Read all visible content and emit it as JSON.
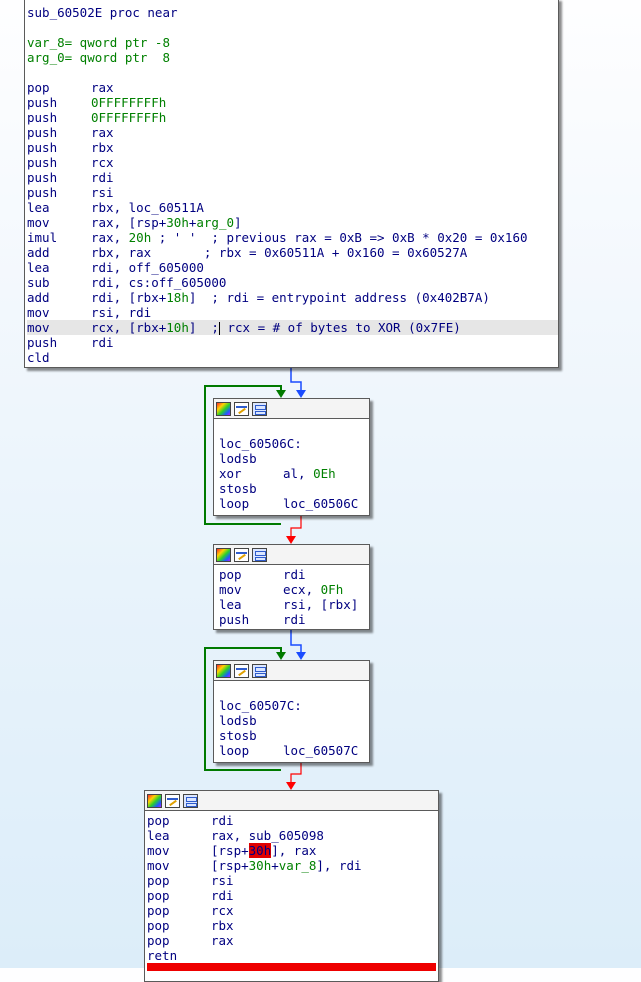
{
  "colors": {
    "operand_green": "#008000",
    "text_navy": "#000080",
    "edge_blue": "#1a4cff",
    "edge_red": "#ff0000",
    "edge_green": "#007a00"
  },
  "node1": {
    "lines": [
      {
        "text": "sub_60502E proc near"
      },
      {
        "text": ""
      },
      {
        "text": "var_8= qword ptr -8",
        "green": true
      },
      {
        "text": "arg_0= qword ptr  8",
        "green": true
      },
      {
        "text": ""
      },
      {
        "m": "pop",
        "ops": [
          {
            "t": "rax"
          }
        ]
      },
      {
        "m": "push",
        "ops": [
          {
            "t": "0FFFFFFFFh",
            "g": true
          }
        ]
      },
      {
        "m": "push",
        "ops": [
          {
            "t": "0FFFFFFFFh",
            "g": true
          }
        ]
      },
      {
        "m": "push",
        "ops": [
          {
            "t": "rax"
          }
        ]
      },
      {
        "m": "push",
        "ops": [
          {
            "t": "rbx"
          }
        ]
      },
      {
        "m": "push",
        "ops": [
          {
            "t": "rcx"
          }
        ]
      },
      {
        "m": "push",
        "ops": [
          {
            "t": "rdi"
          }
        ]
      },
      {
        "m": "push",
        "ops": [
          {
            "t": "rsi"
          }
        ]
      },
      {
        "m": "lea",
        "ops": [
          {
            "t": "rbx, loc_60511A"
          }
        ]
      },
      {
        "m": "mov",
        "ops": [
          {
            "t": "rax, [rsp+"
          },
          {
            "t": "30h",
            "g": true
          },
          {
            "t": "+"
          },
          {
            "t": "arg_0",
            "g": true
          },
          {
            "t": "]"
          }
        ]
      },
      {
        "m": "imul",
        "ops": [
          {
            "t": "rax, "
          },
          {
            "t": "20h",
            "g": true
          },
          {
            "t": " ; ' '  ; previous rax = 0xB => 0xB * 0x20 = 0x160"
          }
        ]
      },
      {
        "m": "add",
        "ops": [
          {
            "t": "rbx, rax       ; rbx = 0x60511A + 0x160 = 0x60527A"
          }
        ]
      },
      {
        "m": "lea",
        "ops": [
          {
            "t": "rdi, off_605000"
          }
        ]
      },
      {
        "m": "sub",
        "ops": [
          {
            "t": "rdi, cs:off_605000"
          }
        ]
      },
      {
        "m": "add",
        "ops": [
          {
            "t": "rdi, [rbx+"
          },
          {
            "t": "18h",
            "g": true
          },
          {
            "t": "]  ; rdi = entrypoint address (0x402B7A)"
          }
        ]
      },
      {
        "m": "mov",
        "ops": [
          {
            "t": "rsi, rdi"
          }
        ]
      },
      {
        "m": "mov",
        "sel": true,
        "ops": [
          {
            "t": "rcx, [rbx+"
          },
          {
            "t": "10h",
            "g": true
          },
          {
            "t": "]  ;"
          },
          {
            "cursor": true
          },
          {
            "t": " rcx = # of bytes to XOR (0x7FE)"
          }
        ]
      },
      {
        "m": "push",
        "ops": [
          {
            "t": "rdi"
          }
        ]
      },
      {
        "m": "cld",
        "ops": []
      }
    ]
  },
  "node2": {
    "lines": [
      {
        "text": ""
      },
      {
        "text": "loc_60506C:"
      },
      {
        "m": "lodsb",
        "ops": []
      },
      {
        "m": "xor",
        "ops": [
          {
            "t": "al, "
          },
          {
            "t": "0Eh",
            "g": true
          }
        ]
      },
      {
        "m": "stosb",
        "ops": []
      },
      {
        "m": "loop",
        "ops": [
          {
            "t": "loc_60506C"
          }
        ]
      }
    ]
  },
  "node3": {
    "lines": [
      {
        "m": "pop",
        "ops": [
          {
            "t": "rdi"
          }
        ]
      },
      {
        "m": "mov",
        "ops": [
          {
            "t": "ecx, "
          },
          {
            "t": "0Fh",
            "g": true
          }
        ]
      },
      {
        "m": "lea",
        "ops": [
          {
            "t": "rsi, [rbx]"
          }
        ]
      },
      {
        "m": "push",
        "ops": [
          {
            "t": "rdi"
          }
        ]
      }
    ]
  },
  "node4": {
    "lines": [
      {
        "text": ""
      },
      {
        "text": "loc_60507C:"
      },
      {
        "m": "lodsb",
        "ops": []
      },
      {
        "m": "stosb",
        "ops": []
      },
      {
        "m": "loop",
        "ops": [
          {
            "t": "loc_60507C"
          }
        ]
      }
    ]
  },
  "node5": {
    "lines": [
      {
        "m": "pop",
        "ops": [
          {
            "t": "rdi"
          }
        ]
      },
      {
        "m": "lea",
        "ops": [
          {
            "t": "rax, sub_605098"
          }
        ]
      },
      {
        "m": "mov",
        "ops": [
          {
            "t": "[rsp+"
          },
          {
            "t": "30h",
            "r": true
          },
          {
            "t": "], rax"
          }
        ]
      },
      {
        "m": "mov",
        "ops": [
          {
            "t": "[rsp+"
          },
          {
            "t": "30h",
            "g": true
          },
          {
            "t": "+"
          },
          {
            "t": "var_8",
            "g": true
          },
          {
            "t": "], rdi"
          }
        ]
      },
      {
        "m": "pop",
        "ops": [
          {
            "t": "rsi"
          }
        ]
      },
      {
        "m": "pop",
        "ops": [
          {
            "t": "rdi"
          }
        ]
      },
      {
        "m": "pop",
        "ops": [
          {
            "t": "rcx"
          }
        ]
      },
      {
        "m": "pop",
        "ops": [
          {
            "t": "rbx"
          }
        ]
      },
      {
        "m": "pop",
        "ops": [
          {
            "t": "rax"
          }
        ]
      },
      {
        "m": "retn",
        "ops": []
      }
    ]
  },
  "icons": [
    "color-icon",
    "edit-icon",
    "graph-icon"
  ]
}
